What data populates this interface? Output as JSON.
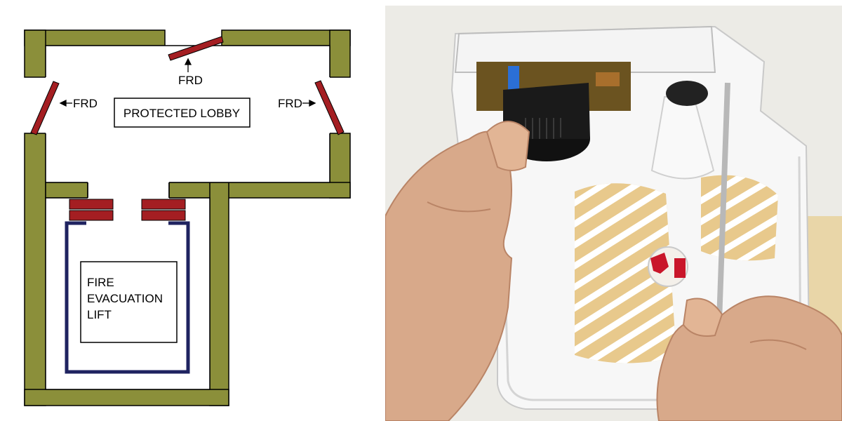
{
  "floor_plan": {
    "lobby_label": "PROTECTED LOBBY",
    "frd_label": "FRD",
    "lift_label_lines": [
      "FIRE",
      "EVACUATION",
      "LIFT"
    ],
    "colors": {
      "wall": "#8b8f3a",
      "door": "#a41e22",
      "lift_car": "#1f2360",
      "outline": "#000000"
    }
  },
  "photo": {
    "subject": "hands removing the cover of a ceiling-mounted smoke alarm with a screwdriver",
    "colors": {
      "ceiling": "#ecebe6",
      "housing": "#f7f7f7",
      "skin": "#d8a98a",
      "screwdriver_handle": "#d9c81e",
      "sounder": "#141414",
      "vent_background": "#e8c98c"
    }
  }
}
